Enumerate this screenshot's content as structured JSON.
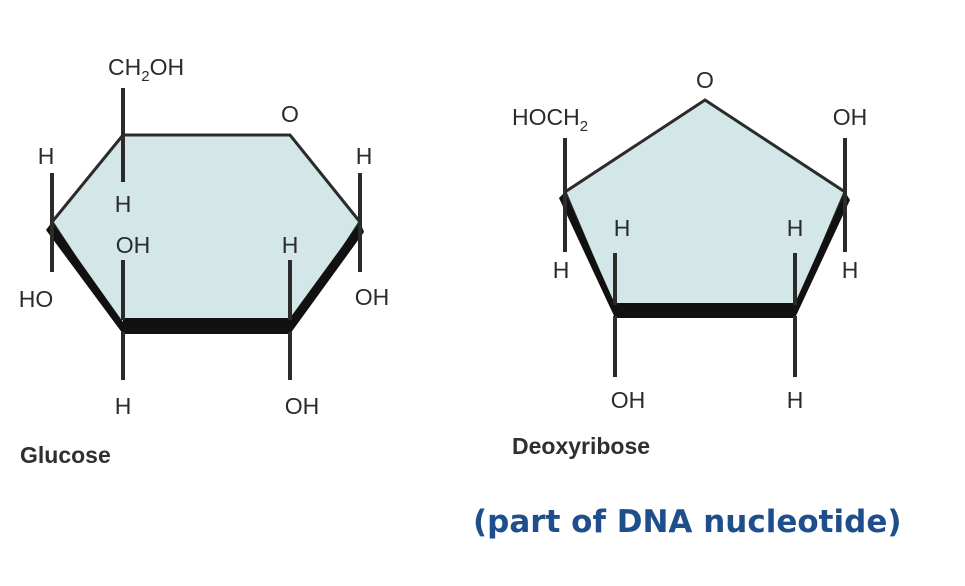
{
  "glucose": {
    "name": "Glucose",
    "atoms": {
      "top_group": "CH",
      "top_group_sub": "2",
      "top_group_tail": "OH",
      "ring_oxygen": "O",
      "left_h": "H",
      "right_h": "H",
      "inner_h_upper": "H",
      "inner_oh": "OH",
      "inner_h_right": "H",
      "ho_left": "HO",
      "oh_right": "OH",
      "bottom_h": "H",
      "bottom_oh": "OH"
    }
  },
  "deoxyribose": {
    "name": "Deoxyribose",
    "atoms": {
      "ring_oxygen": "O",
      "hoch": "HOCH",
      "hoch_sub": "2",
      "top_right_oh": "OH",
      "left_h": "H",
      "inner_h_left": "H",
      "inner_h_right": "H",
      "right_h": "H",
      "bottom_oh": "OH",
      "bottom_h": "H"
    }
  },
  "caption": "(part of DNA nucleotide)"
}
